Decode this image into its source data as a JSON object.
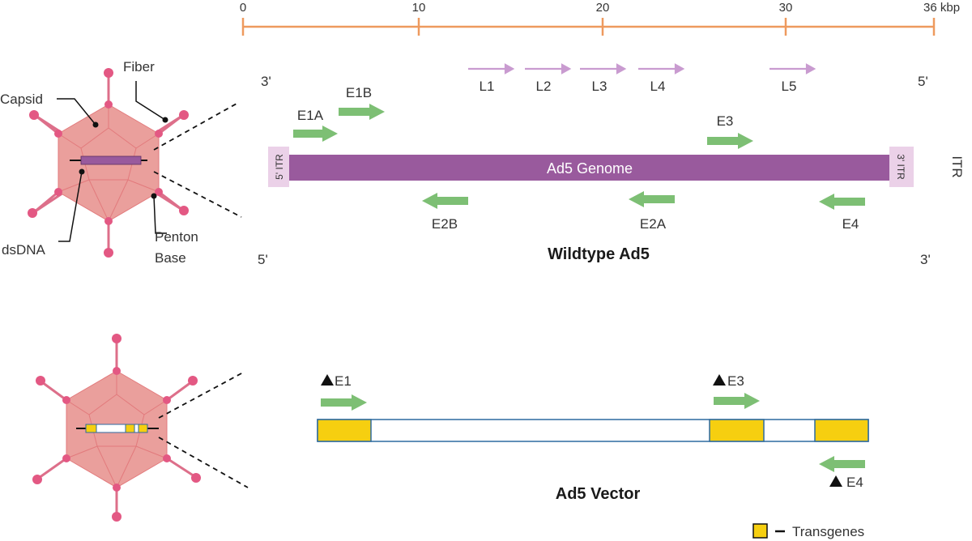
{
  "colors": {
    "scale": "#EE9A5E",
    "genome": "#995A9D",
    "itr_box": "#EBD1E8",
    "late_arrow": "#C99BD0",
    "early_arrow": "#7DBF74",
    "transgene": "#F6CF10",
    "vector_border": "#2D6AA0",
    "capsid": "#EA9F9C",
    "capsid_edge": "#E27A7C",
    "fiber": "#DD6F8A",
    "knob": "#E35883"
  },
  "scale": {
    "unit_label": "36 kbp",
    "ticks": [
      "0",
      "10",
      "20",
      "30"
    ],
    "tick_values": [
      0,
      10,
      20,
      30,
      36
    ]
  },
  "virion": {
    "labels": {
      "fiber": "Fiber",
      "capsid": "Capsid",
      "dsdna": "dsDNA",
      "penton_line1": "Penton",
      "penton_line2": "Base"
    }
  },
  "wildtype": {
    "title": "Wildtype Ad5",
    "genome_label": "Ad5 Genome",
    "itr_left": "5' ITR",
    "itr_right": "3' ITR",
    "itr_side": "ITR",
    "top_left_end": "3'",
    "top_right_end": "5'",
    "bottom_left_end": "5'",
    "bottom_right_end": "3'",
    "late_transcripts": [
      "L1",
      "L2",
      "L3",
      "L4",
      "L5"
    ],
    "early_forward": [
      "E1A",
      "E1B",
      "E3"
    ],
    "early_reverse": [
      "E2B",
      "E2A",
      "E4"
    ]
  },
  "vector": {
    "title": "Ad5 Vector",
    "deleted": [
      "E1",
      "E3",
      "E4"
    ]
  },
  "legend": {
    "transgenes": "Transgenes"
  }
}
